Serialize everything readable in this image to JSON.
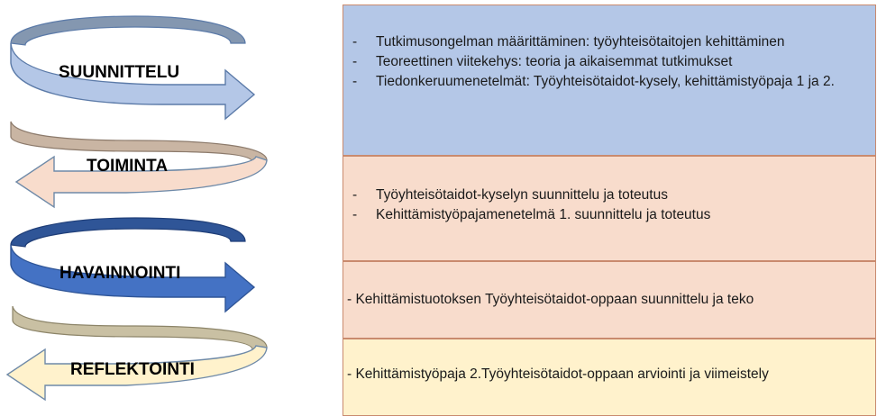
{
  "stages": [
    {
      "label": "SUUNNITTELU",
      "color": "#b4c7e7",
      "items": [
        "Tutkimusongelman määrittäminen: työyhteisötaitojen kehittäminen",
        "Teoreettinen viitekehys: teoria ja aikaisemmat tutkimukset",
        "Tiedonkeruumenetelmät: Työyhteisötaidot-kysely, kehittämistyöpaja 1 ja 2."
      ]
    },
    {
      "label": "TOIMINTA",
      "color": "#f8dccc",
      "items": [
        "Työyhteisötaidot-kyselyn suunnittelu ja toteutus",
        "Kehittämistyöpajamenetelmä 1. suunnittelu ja toteutus"
      ]
    },
    {
      "label": "HAVAINNOINTI",
      "color": "#f8dccc",
      "text": "- Kehittämistuotoksen Työyhteisötaidot-oppaan suunnittelu ja teko"
    },
    {
      "label": "REFLEKTOINTI",
      "color": "#fff2cc",
      "text": "- Kehittämistyöpaja 2.Työyhteisötaidot-oppaan arviointi ja viimeistely"
    }
  ]
}
